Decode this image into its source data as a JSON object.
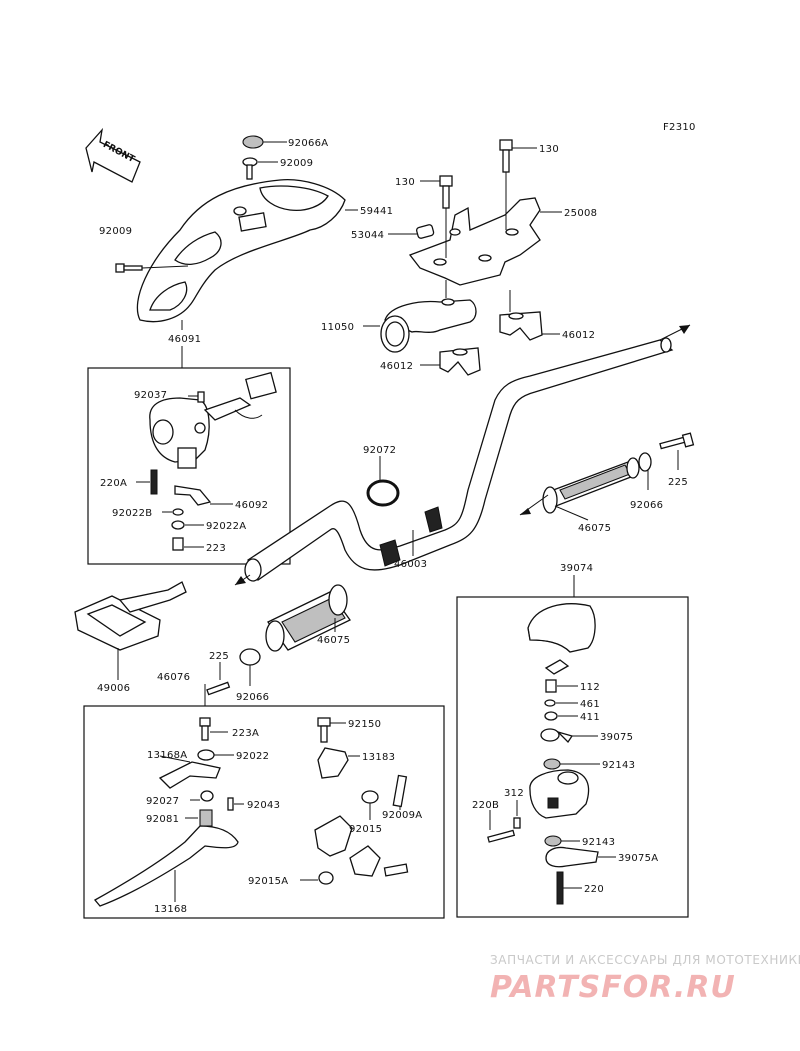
{
  "figure_code": "F2310",
  "front_label": "FRONT",
  "parts": {
    "p92066A": "92066A",
    "p92009_top": "92009",
    "p59441": "59441",
    "p92009_left": "92009",
    "p46091": "46091",
    "p130_top": "130",
    "p130_left": "130",
    "p25008": "25008",
    "p53044": "53044",
    "p11050": "11050",
    "p46012_right": "46012",
    "p46012_left": "46012",
    "p92037": "92037",
    "p220A": "220A",
    "p46092": "46092",
    "p92022B": "92022B",
    "p92022A": "92022A",
    "p223": "223",
    "p92072": "92072",
    "p46003": "46003",
    "p225_right": "225",
    "p92066_right": "92066",
    "p46075_right": "46075",
    "p46075_left": "46075",
    "p39074": "39074",
    "p49006": "49006",
    "p225_left": "225",
    "p92066_left": "92066",
    "p46076": "46076",
    "p223A": "223A",
    "p13168A": "13168A",
    "p92022": "92022",
    "p92150": "92150",
    "p13183": "13183",
    "p92027": "92027",
    "p92043": "92043",
    "p92009A": "92009A",
    "p92081": "92081",
    "p92015": "92015",
    "p92015A": "92015A",
    "p13168": "13168",
    "p112": "112",
    "p461": "461",
    "p411": "411",
    "p39075": "39075",
    "p92143_top": "92143",
    "p312": "312",
    "p220B": "220B",
    "p92143_bottom": "92143",
    "p39075A": "39075A",
    "p220": "220"
  },
  "watermark": {
    "tagline": "ЗАПЧАСТИ И АКСЕССУАРЫ ДЛЯ МОТОТЕХНИКИ",
    "logo": "PARTSFOR.RU",
    "color": "#e06060"
  }
}
